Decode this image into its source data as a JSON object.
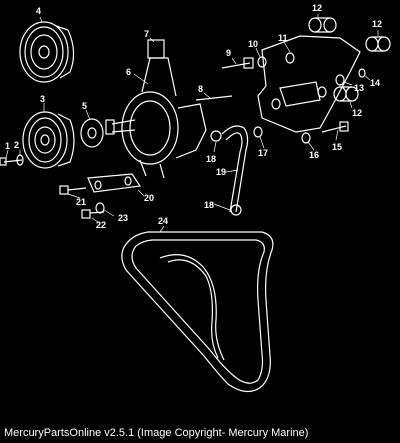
{
  "diagram": {
    "callouts": [
      "1",
      "2",
      "3",
      "4",
      "5",
      "6",
      "7",
      "8",
      "9",
      "10",
      "11",
      "12",
      "12",
      "12",
      "13",
      "14",
      "15",
      "16",
      "17",
      "18",
      "18",
      "19",
      "20",
      "21",
      "22",
      "23",
      "24"
    ]
  },
  "footer": {
    "text": "MercuryPartsOnline v2.5.1 (Image Copyright- Mercury Marine)"
  },
  "colors": {
    "background": "#000000",
    "linework": "#ffffff"
  }
}
